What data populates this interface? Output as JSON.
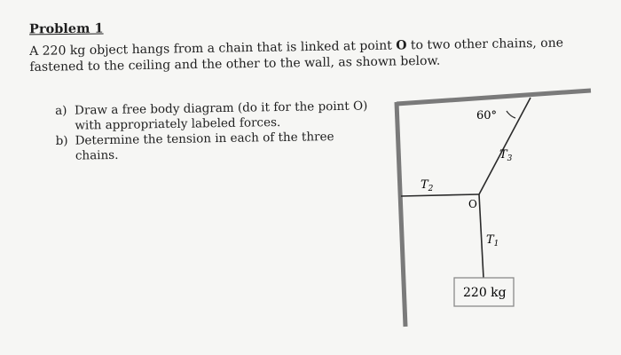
{
  "problem": {
    "title": "Problem 1",
    "statement_part1": "A 220 kg object hangs from a chain that is linked at point ",
    "statement_bold": "O",
    "statement_part2": " to two other chains, one fastened to the ceiling and the other to the wall, as shown below."
  },
  "tasks": [
    {
      "letter": "a)",
      "text": "Draw a free body diagram (do it for the point O) with appropriately labeled forces."
    },
    {
      "letter": "b)",
      "text": "Determine the tension in each of the three chains."
    }
  ],
  "diagram": {
    "angle_label": "60°",
    "t1_label": "T",
    "t1_sub": "1",
    "t2_label": "T",
    "t2_sub": "2",
    "t3_label": "T",
    "t3_sub": "3",
    "point_label": "O",
    "mass_label": "220 kg"
  }
}
